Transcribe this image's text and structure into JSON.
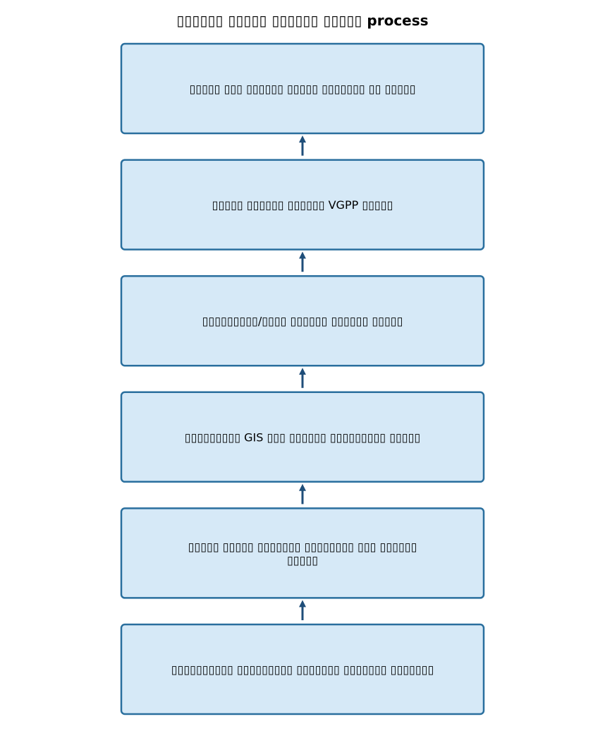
{
  "diagram": {
    "title": "▯▯▯▯▯▯ ▯▯▯▯▯ ▯▯▯▯▯▯ ▯▯▯▯▯ process",
    "flow_direction": "bottom-to-top",
    "colors": {
      "box_fill": "#d6e9f7",
      "box_stroke": "#2a6f9e",
      "arrow": "#1f4e79"
    },
    "steps": [
      {
        "id": "step-1",
        "lines": [
          "▯▯▯▯▯▯▯▯▯▯ ▯▯▯▯▯▯▯▯▯ ▯▯▯▯▯▯▯ ▯▯▯▯▯▯▯ ▯▯▯▯▯▯▯"
        ]
      },
      {
        "id": "step-2",
        "lines": [
          "▯▯▯▯▯ ▯▯▯▯▯ ▯▯▯▯▯▯▯ ▯▯▯▯▯▯▯▯ ▯▯▯ ▯▯▯▯▯▯",
          "▯▯▯▯▯"
        ]
      },
      {
        "id": "step-3",
        "lines": [
          "▯▯▯▯▯▯▯▯▯ GIS ▯▯▯ ▯▯▯▯▯▯ ▯▯▯▯▯▯▯▯▯ ▯▯▯▯▯"
        ]
      },
      {
        "id": "step-4",
        "lines": [
          "▯▯▯▯▯▯▯▯▯/▯▯▯▯ ▯▯▯▯▯▯ ▯▯▯▯▯▯ ▯▯▯▯▯"
        ]
      },
      {
        "id": "step-5",
        "lines": [
          "▯▯▯▯▯ ▯▯▯▯▯▯ ▯▯▯▯▯▯ VGPP ▯▯▯▯▯"
        ]
      },
      {
        "id": "step-6",
        "lines": [
          "▯▯▯▯▯ ▯▯▯ ▯▯▯▯▯▯ ▯▯▯▯▯ ▯▯▯▯▯▯▯ ▯▯ ▯▯▯▯▯"
        ]
      }
    ]
  }
}
